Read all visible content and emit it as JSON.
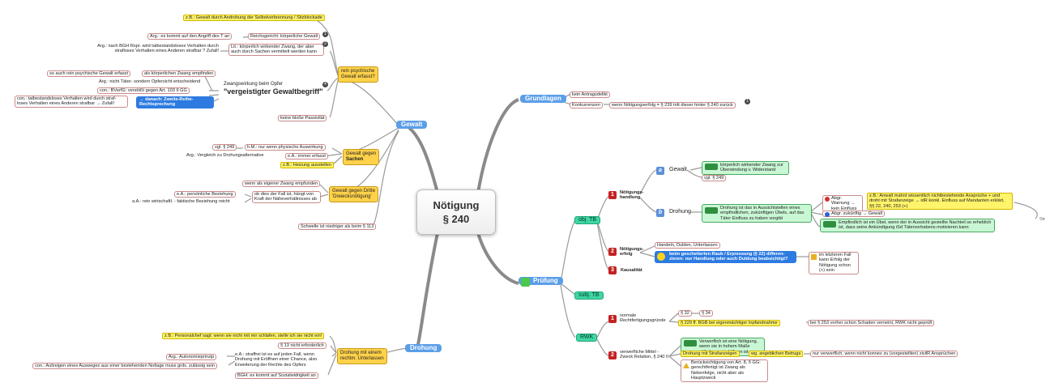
{
  "center": {
    "line1": "Nötigung",
    "line2": "§ 240"
  },
  "main": {
    "gewalt": "Gewalt",
    "drohung": "Drohung",
    "grundlagen": "Grundlagen",
    "pruefung": "Prüfung"
  },
  "gewalt": {
    "zb_top": "z.B.: Gewalt durch Androhung der Selbstverbrennung / Sitzblockade",
    "arg_angriff": "Arg.: es kommt auf den Angriff des T an",
    "rg_korperlich": "Reichsgericht: körperliche Gewalt",
    "arg_bgh": "Arg.: nach BGH Rspr. wird tatbestandsloses Verhalten durch strafloses Verhalten eines Anderen strafbar ? Zufall!",
    "li_korperlich": "Lit.: körperlich wirkender Zwang, der aber auch durch Sachen vermittelt werden kann",
    "psych_1": "rein psychische",
    "psych_2": "Gewalt erfasst?",
    "auch_psych": "so auch rein psychische Gewalt erfasst",
    "als_korp": "als körperlichen Zwang empfinden",
    "arg_taeter": "Arg.: nicht Täter- sondern Opfersicht entscheidend",
    "zwang_opfer": "Zwangswirkung beim Opfer",
    "vergeistigt": "\"vergeistigter Gewaltbegriff\"",
    "con_bverfg": "con.: BVerfG: verstößt gegen Art. 103 II GG",
    "con_tatbestand": "con.: tatbestandsloses Verhalten wird durch straf-loses Verhalten eines Anderen strafbar → Zufall!",
    "zweite_reihe": "→ danach: Zweite-Reihe-Rechtsprechung",
    "passiv": "keine bloße Passivität",
    "vgl249": "vgl. § 249",
    "hm_physisch": "h.M.: nur wenn physische Auswirkung",
    "arg_vergleich": "Arg.: Vergleich zu Drohungsalternative",
    "ea_immer": "e.A.: immer erfasst",
    "heizung": "z.B.: Heizung ausstellen",
    "sachen_1": "Gewalt gegen",
    "sachen_2": "Sachen",
    "empfunden": "wenn als eigener Zwang empfunden",
    "ea_pers": "e.A.: persönliche Beziehung",
    "ea_wirt": "a.A.: rein wirtschaftl. - faktische Beziehung reicht",
    "ob_dies": "ob dies der Fall ist, hängt von Kraft der Näheverhältnisses ab",
    "dritte_1": "Gewalt gegen Dritte",
    "dritte_2": "'Dreiecksnötigung'",
    "schwelle": "Schwelle ist niedriger als beim § 113"
  },
  "drohung": {
    "zb_personal": "z.B.: Personalchef sagt: wenn sie nicht mit mir schlafen, stelle ich sie nicht ein!",
    "p13": "§ 13 nicht erforderlich",
    "mit_1": "Drohung mit einem",
    "mit_2": "rechtm. Unterlassen",
    "arg_auto": "Arg.: Autonomieprinzip",
    "ea_straffrei": "e.A.: straffrei ist es auf jeden Fall, wenn Drohung mit Eröffnen einer Chance, also Erweiterung der Rechte des Opfers",
    "con_aufzeigen": "con.: Aufzeigen eines Ausweges aus einer bestehenden Notlage muss grds. zulässig sein",
    "bgh_sozial": "BGH: es kommt auf Sozialwidrigkeit an"
  },
  "grundlagen": {
    "antrag": "kein Antragsdelikt",
    "konkurrenzen": "Konkurrenzen",
    "wenn": "wenn Nötigungserfolg = § 239 tritt dieser hinter § 240 zurück"
  },
  "pruefung": {
    "objtb": "obj. TB",
    "subjtb": "subj. TB",
    "rwk": "RWK",
    "n1": "1",
    "n2": "2",
    "n3": "3",
    "handlung": "Nötigungs-handlung",
    "erfolg": "Nötigungs-erfolg",
    "kausal": "Kausalität",
    "a": "a",
    "b": "b",
    "gewalt": "Gewalt",
    "drohung": "Drohung",
    "korp_zwang": "körperlich wirkender Zwang zur Überwindung v. Widerstand",
    "vgl249": "vgl. § 249",
    "drohung_def": "Drohung ist das in Aussichtstellen eines empfindlichen, zukünftigen Übels, auf das Täter Einfluss zu haben vorgibt",
    "abgr_warnung": "Abgr. Warnung → kein Einfluss",
    "zb_anwalt": "z.B.: Anwalt mahnt wissentlich nichtbestehende Ansprüche + und droht mit Strafanzeige → idR konkl. Einfluss auf Mandanten erklärt, §§ 22, 240, 253 (+)",
    "abgr_zukunft": "Abgr. zukünftig → Gewalt",
    "empfindlich": "Empfindlich ist ein Übel, wenn der in Aussicht gestellte Nachteil so erheblich ist, dass seine Ankündigung iSd Tätervorhabens motivieren kann",
    "handeln": "Handeln, Dulden, Unterlassen",
    "raub": "beim gescheiterten Raub / Erpressung (§ 22) differen-zieren: nur Handlung oder auch Duldung beabsichtigt?",
    "letzteren": "im letzteren Fall kann Erfolg der Nötigung schon (+) sein",
    "normale": "normale Rechtfertigungsgründe",
    "p32": "§ 32",
    "p34": "§ 34",
    "p229": "§ 229 ff. BGB bei eigenmächtiger Inpfandnahme",
    "p253": "bei § 253 vorher schon Schaden verneint, RWK nicht geprüft",
    "verwerf": "verwerfliche Mittel - Zweck Relation, § 240 II",
    "verwerf_def": "Verwerflich ist eine Nötigung, wenn sie in hohem Maße sittlich zu missbilligen ist",
    "straf": "Drohung mit Strafanzeigen",
    "betrug": "wg. angeblichen Betrugs",
    "konnex": "nur verwerflich, wenn nicht konnex zu (vorgestellten) zivilR Ansprüchen",
    "berueck": "Berücksichtigung von Art. 8, 5 GG: gerechtfertigt ist Zwang als Nebenfolge, nicht aber als Hauptzweck",
    "str": "Str"
  },
  "colors": {
    "branch": "#8a8a8a",
    "blue": "#5b9ee8",
    "yellow": "#fff46a",
    "teal": "#3fd6a3",
    "red": "#c42222",
    "green": "#c9f7d4"
  }
}
